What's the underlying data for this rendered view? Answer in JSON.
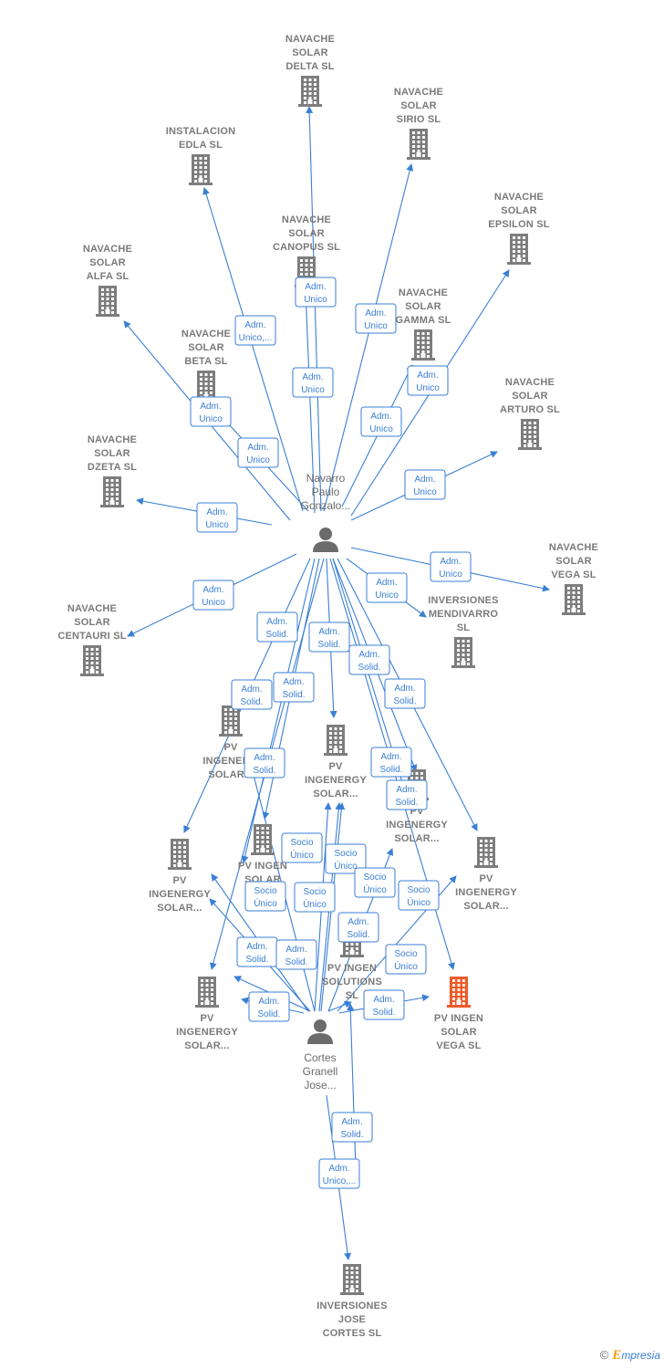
{
  "colors": {
    "edge": "#3a7fd5",
    "company": "#7d7d7d",
    "highlight": "#f05a28",
    "person": "#6b6b6b"
  },
  "footer": {
    "copyright": "©",
    "brand_initial": "E",
    "brand_rest": "mpresia"
  },
  "companies": [
    {
      "id": "delta",
      "lines": [
        "NAVACHE",
        "SOLAR",
        "DELTA  SL"
      ]
    },
    {
      "id": "sirio",
      "lines": [
        "NAVACHE",
        "SOLAR",
        "SIRIO  SL"
      ]
    },
    {
      "id": "edla",
      "lines": [
        "INSTALACION",
        "EDLA  SL"
      ]
    },
    {
      "id": "epsilon",
      "lines": [
        "NAVACHE",
        "SOLAR",
        "EPSILON  SL"
      ]
    },
    {
      "id": "canopus",
      "lines": [
        "NAVACHE",
        "SOLAR",
        "CANOPUS  SL"
      ]
    },
    {
      "id": "alfa",
      "lines": [
        "NAVACHE",
        "SOLAR",
        "ALFA  SL"
      ]
    },
    {
      "id": "gamma",
      "lines": [
        "NAVACHE",
        "SOLAR",
        "GAMMA  SL"
      ]
    },
    {
      "id": "beta",
      "lines": [
        "NAVACHE",
        "SOLAR",
        "BETA  SL"
      ]
    },
    {
      "id": "arturo",
      "lines": [
        "NAVACHE",
        "SOLAR",
        "ARTURO  SL"
      ]
    },
    {
      "id": "dzeta",
      "lines": [
        "NAVACHE",
        "SOLAR",
        "DZETA  SL"
      ]
    },
    {
      "id": "vega",
      "lines": [
        "NAVACHE",
        "SOLAR",
        "VEGA  SL"
      ]
    },
    {
      "id": "mendivarro",
      "lines": [
        "INVERSIONES",
        "MENDIVARRO",
        "SL"
      ]
    },
    {
      "id": "centauri",
      "lines": [
        "NAVACHE",
        "SOLAR",
        "CENTAURI  SL"
      ]
    },
    {
      "id": "pvi1",
      "lines": [
        "PV",
        "INGENERGY",
        "SOLAR..."
      ]
    },
    {
      "id": "pvi2",
      "lines": [
        "PV",
        "INGENER...",
        "SOLAR..."
      ]
    },
    {
      "id": "pvi3",
      "lines": [
        "PV",
        "INGENERGY",
        "SOLAR..."
      ]
    },
    {
      "id": "pvi4",
      "lines": [
        "PV",
        "INGENERGY",
        "SOLAR..."
      ]
    },
    {
      "id": "pvi5",
      "lines": [
        "PV",
        "INGENERGY",
        "SOLAR..."
      ]
    },
    {
      "id": "pvingen_art",
      "lines": [
        "PV INGEN",
        "SOLAR",
        "ART..."
      ]
    },
    {
      "id": "pvi6",
      "lines": [
        "PV",
        "INGENERGY",
        "SOLAR..."
      ]
    },
    {
      "id": "pvingen_sol",
      "lines": [
        "PV INGEN",
        "SOLUTIONS",
        "SL"
      ]
    },
    {
      "id": "pvingen_vega",
      "lines": [
        "PV INGEN",
        "SOLAR",
        "VEGA  SL"
      ],
      "highlight": true
    },
    {
      "id": "inv_jose",
      "lines": [
        "INVERSIONES",
        "JOSE",
        "CORTES  SL"
      ]
    }
  ],
  "persons": [
    {
      "id": "navarro",
      "lines": [
        "Navarro",
        "Paulo",
        "Gonzalo..."
      ]
    },
    {
      "id": "cortes",
      "lines": [
        "Cortes",
        "Granell",
        "Jose..."
      ]
    }
  ],
  "edge_labels": [
    [
      "Adm.",
      "Unico"
    ],
    [
      "Adm.",
      "Unico,..."
    ],
    [
      "Adm.",
      "Unico"
    ],
    [
      "Adm.",
      "Unico"
    ],
    [
      "Adm.",
      "Unico"
    ],
    [
      "Adm.",
      "Unico"
    ],
    [
      "Adm.",
      "Unico"
    ],
    [
      "Adm.",
      "Unico"
    ],
    [
      "Adm.",
      "Unico"
    ],
    [
      "Adm.",
      "Unico"
    ],
    [
      "Adm.",
      "Unico"
    ],
    [
      "Adm.",
      "Unico"
    ],
    [
      "Adm.",
      "Unico"
    ],
    [
      "Adm.",
      "Solid."
    ],
    [
      "Adm.",
      "Solid."
    ],
    [
      "Adm.",
      "Solid."
    ],
    [
      "Adm.",
      "Solid."
    ],
    [
      "Adm.",
      "Solid."
    ],
    [
      "Adm.",
      "Solid."
    ],
    [
      "Adm.",
      "Solid."
    ],
    [
      "Adm.",
      "Solid."
    ],
    [
      "Adm.",
      "Solid."
    ],
    [
      "Socio",
      "Único"
    ],
    [
      "Socio",
      "Único"
    ],
    [
      "Socio",
      "Único"
    ],
    [
      "Socio",
      "Único"
    ],
    [
      "Socio",
      "Único"
    ],
    [
      "Socio",
      "Único"
    ],
    [
      "Adm.",
      "Solid."
    ],
    [
      "Socio",
      "Único"
    ],
    [
      "Adm.",
      "Solid."
    ],
    [
      "Adm.",
      "Solid."
    ],
    [
      "Adm.",
      "Solid."
    ],
    [
      "Adm.",
      "Solid."
    ],
    [
      "Adm.",
      "Solid."
    ],
    [
      "Adm.",
      "Unico,..."
    ]
  ]
}
